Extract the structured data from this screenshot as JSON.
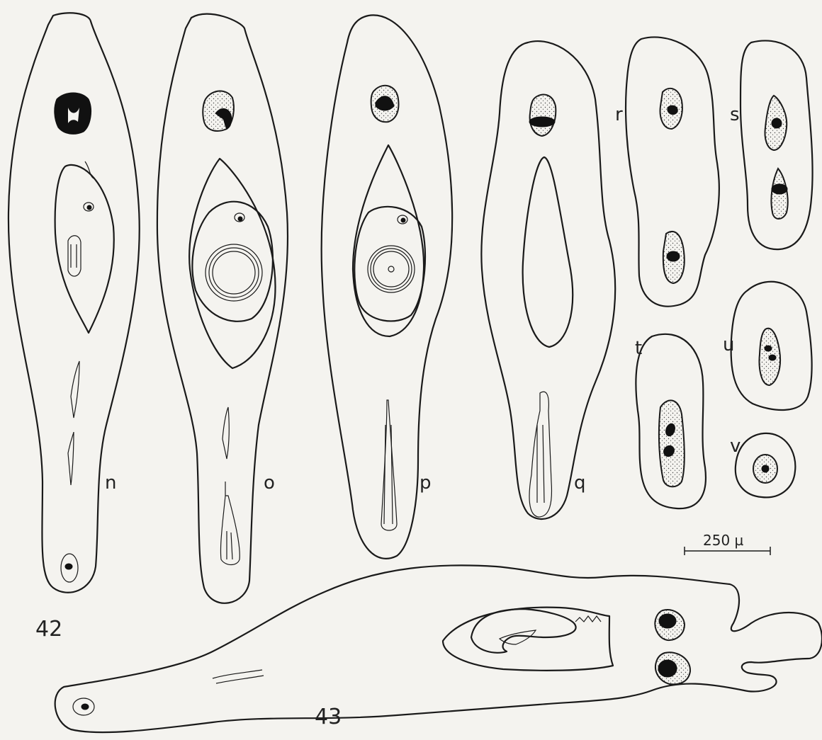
{
  "figure": {
    "panel_labels": {
      "n": "n",
      "o": "o",
      "p": "p",
      "q": "q",
      "r": "r",
      "s": "s",
      "t": "t",
      "u": "u",
      "v": "v"
    },
    "figure_numbers": {
      "fig42": "42",
      "fig43": "43"
    },
    "scale_bar": {
      "label": "250 µ"
    }
  },
  "colors": {
    "ink": "#1a1a1a",
    "paper": "#f4f3ef"
  }
}
